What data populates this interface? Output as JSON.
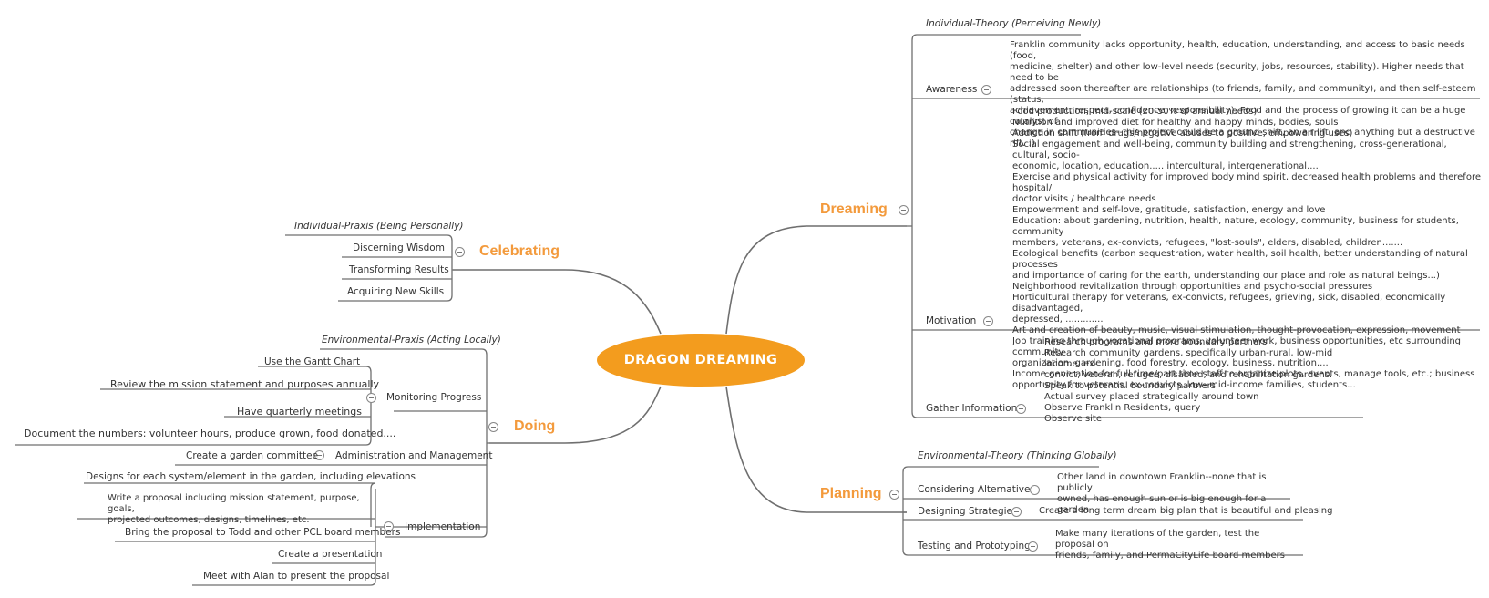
{
  "central": "DRAGON DREAMING",
  "branches": {
    "dreaming": "Dreaming",
    "planning": "Planning",
    "doing": "Doing",
    "celebrating": "Celebrating"
  },
  "dreaming": {
    "header": "Individual-Theory (Perceiving Newly)",
    "awareness": {
      "label": "Awareness",
      "lines": [
        "Franklin community lacks opportunity, health, education, understanding, and access to basic needs (food,",
        "medicine, shelter) and other low-level needs (security, jobs, resources, stability). Higher needs that need to be",
        "addressed soon thereafter are relationships (to friends, family, and community), and then self-esteem (status,",
        "achievement, respect, confidence, responsibility). Food and the process of growing it can be a huge catalyst of",
        "change in communities--this project could be a ground shift, an air lift, and anything but a destructive rift. :)"
      ]
    },
    "motivation": {
      "label": "Motivation",
      "lines": [
        "Food production, mid-scale (20-50% of annual needs)",
        "Nutrition and improved diet for healthy and happy minds, bodies, souls",
        "Addiction shift (from drugs/negative abuses to positive, empowering uses)",
        "Social engagement and well-being, community building and strengthening, cross-generational, cultural, socio-",
        "economic, location, education..... intercultural, intergenerational....",
        "Exercise and physical activity for improved body mind spirit, decreased health problems and therefore hospital/",
        "doctor visits / healthcare needs",
        "Empowerment and self-love, gratitude, satisfaction, energy and love",
        "Education: about gardening, nutrition, health, nature, ecology, community, business for students, community",
        "members, veterans, ex-convicts, refugees, \"lost-souls\", elders, disabled, children.......",
        "Ecological benefits (carbon sequestration, water health, soil health, better understanding of natural processes",
        "and importance of caring for the earth, understanding our place and role as natural beings...)",
        "Neighborhood revitalization through opportunities and psycho-social pressures",
        "Horticultural therapy for veterans, ex-convicts, refugees, grieving, sick, disabled, economically disadvantaged,",
        "depressed, .............",
        "Art and creation of beauty, music, visual stimulation, thought-provocation, expression, movement",
        "Job training through vocational programs, volunteer work, business opportunities, etc surrounding community",
        "organization, gardening, food forestry, ecology, business, nutrition....",
        "Income generation for full time/part time staff to organize plots, events, manage tools, etc.; business",
        "opportunity for veterans, ex-convicts, low--mid-income families, students..."
      ]
    },
    "gather": {
      "label": "Gather Information",
      "lines": [
        "Research programs and more boundary partners",
        "Research community gardens, specifically urban-rural, low-mid income, ex-",
        "convict, veteran, refugee, disabled, and rehabilitation gardens.",
        "Speak to potential boundary partners",
        "Actual survey placed strategically around town",
        "Observe Franklin Residents, query",
        "Observe site"
      ]
    }
  },
  "planning": {
    "header": "Environmental-Theory (Thinking Globally)",
    "considering": {
      "label": "Considering Alternatives",
      "lines": [
        "Other land in downtown Franklin--none that is publicly",
        "owned, has enough sun or is big enough for a garden"
      ]
    },
    "designing": {
      "label": "Designing Strategies",
      "text": "Create a long term dream big plan that is beautiful and pleasing"
    },
    "testing": {
      "label": "Testing and Prototyping",
      "lines": [
        "Make many iterations of the garden, test the proposal on",
        "friends, family, and PermaCityLife board members"
      ]
    }
  },
  "celebrating": {
    "header": "Individual-Praxis (Being Personally)",
    "items": [
      "Discerning Wisdom",
      "Transforming Results",
      "Acquiring New Skills"
    ]
  },
  "doing": {
    "header": "Environmental-Praxis (Acting Locally)",
    "monitoring": {
      "label": "Monitoring Progress",
      "items": [
        "Use the Gantt Chart",
        "Review the mission statement and purposes annually",
        "Have quarterly meetings",
        "Document the numbers: volunteer hours, produce grown, food donated...."
      ]
    },
    "admin": {
      "label": "Administration and Management",
      "items": [
        "Create a garden committee"
      ]
    },
    "implementation": {
      "label": "Implementation",
      "items": [
        "Designs for each system/element in the garden, including elevations",
        "Write a proposal including mission statement, purpose, goals,",
        "projected outcomes, designs, timelines, etc.",
        "Bring the proposal to Todd and other PCL board members",
        "Create a presentation",
        "Meet with Alan to present the proposal"
      ]
    }
  }
}
